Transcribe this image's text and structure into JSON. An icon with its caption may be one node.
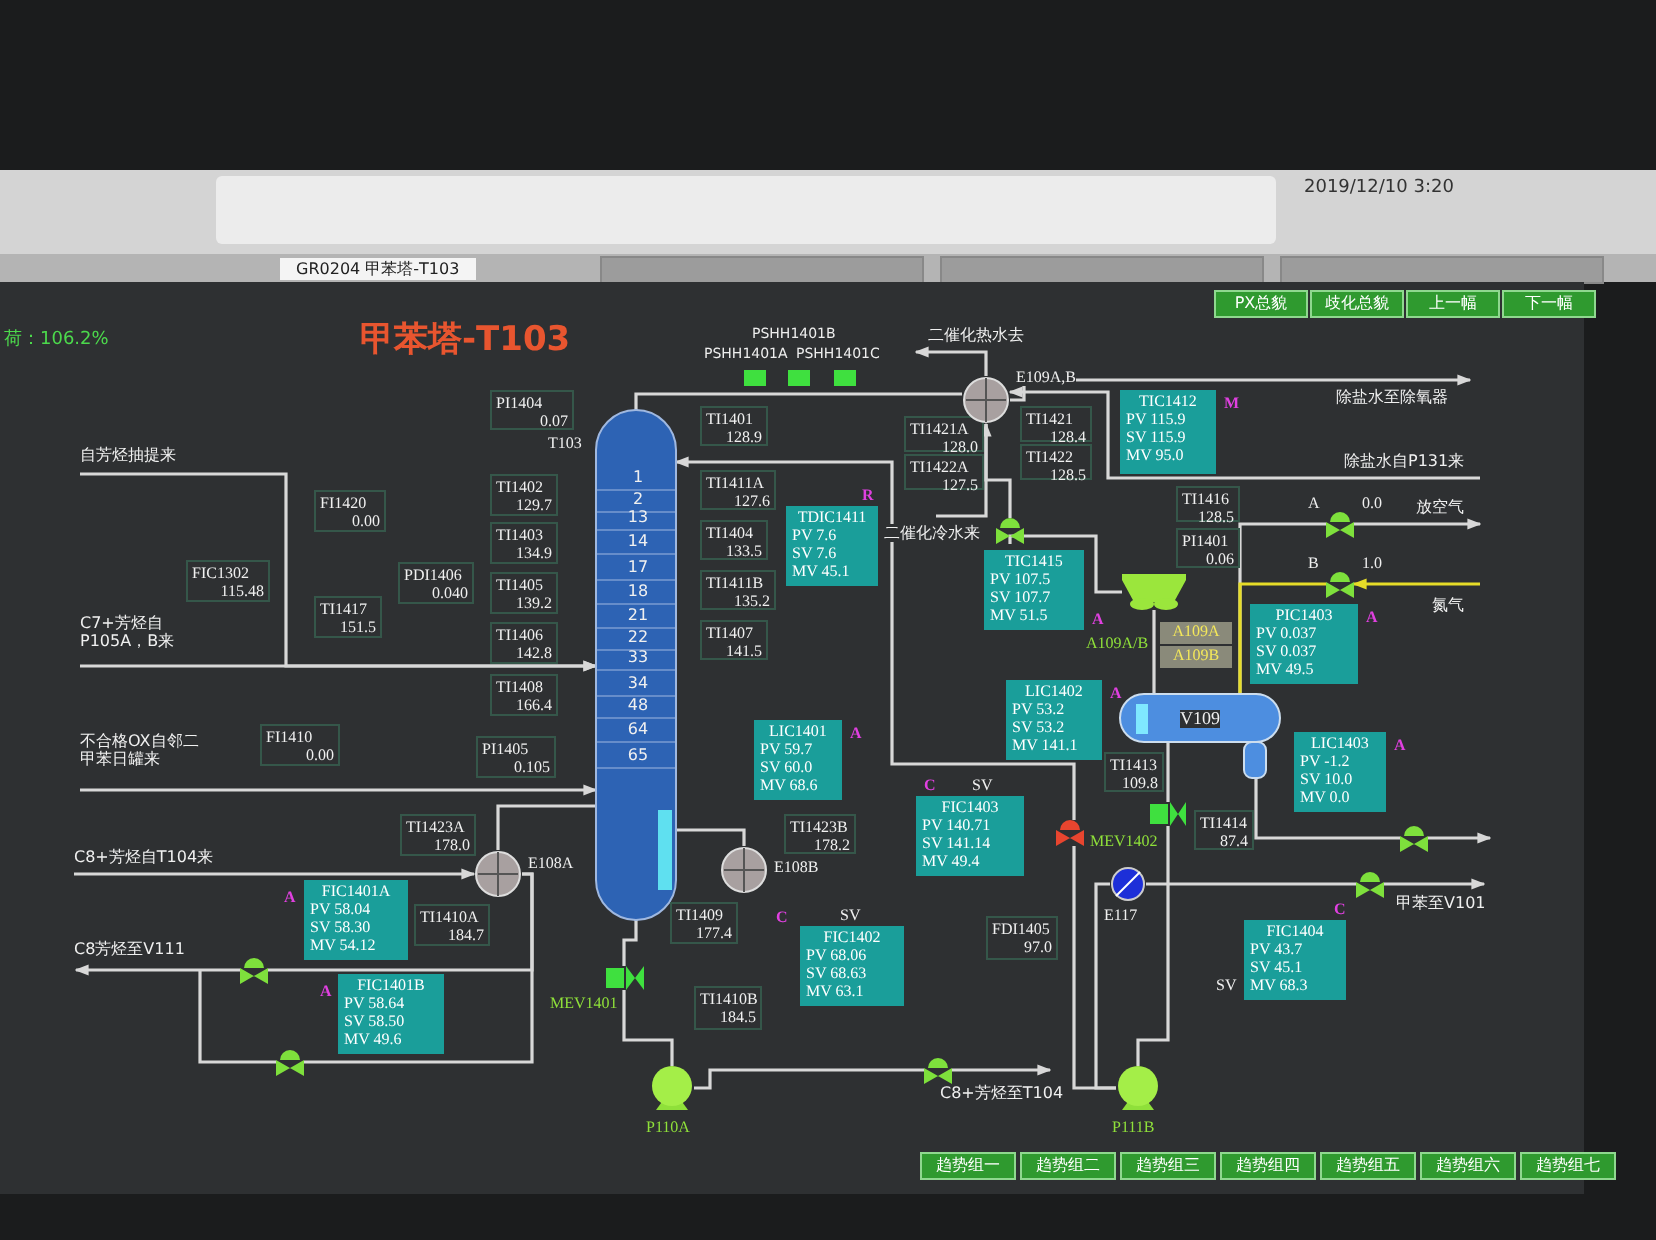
{
  "diagram": {
    "title": "甲苯塔-T103",
    "nodes": [
      {
        "text": [
          "T103"
        ]
      },
      {
        "text": [
          "PI1404",
          "0.07"
        ]
      },
      {
        "text": [
          "TI1402",
          "129.7"
        ]
      },
      {
        "text": [
          "TI1403",
          "134.9"
        ]
      },
      {
        "text": [
          "TI1405",
          "139.2"
        ]
      },
      {
        "text": [
          "TI1406",
          "142.8"
        ]
      },
      {
        "text": [
          "TI1408",
          "166.4"
        ]
      },
      {
        "text": [
          "PI1405",
          "0.105"
        ]
      },
      {
        "text": [
          "FI1420",
          "0.00"
        ]
      },
      {
        "text": [
          "FIC1302",
          "115.48"
        ]
      },
      {
        "text": [
          "TI1417",
          "151.5"
        ]
      },
      {
        "text": [
          "PDI1406",
          "0.040"
        ]
      },
      {
        "text": [
          "FI1410",
          "0.00"
        ]
      },
      {
        "text": [
          "TI1401",
          "128.9"
        ]
      },
      {
        "text": [
          "TI1411A",
          "127.6"
        ]
      },
      {
        "text": [
          "TI1404",
          "133.5"
        ]
      },
      {
        "text": [
          "TI1411B",
          "135.2"
        ]
      },
      {
        "text": [
          "TI1407",
          "141.5"
        ]
      },
      {
        "text": [
          "TI1421A",
          "128.0"
        ]
      },
      {
        "text": [
          "TI1422A",
          "127.5"
        ]
      },
      {
        "text": [
          "TI1421",
          "128.4"
        ]
      },
      {
        "text": [
          "TI1422",
          "128.5"
        ]
      },
      {
        "text": [
          "TIC1412",
          "PV 115.9",
          "SV 115.9",
          "MV 95.0"
        ],
        "beside": [
          "M"
        ]
      },
      {
        "text": [
          "TDIC1411",
          "PV 7.6",
          "SV 7.6",
          "MV 45.1"
        ],
        "beside": [
          "R"
        ]
      },
      {
        "text": [
          "TIC1415",
          "PV 107.5",
          "SV 107.7",
          "MV 51.5"
        ],
        "beside": [
          "A"
        ]
      },
      {
        "text": [
          "TI1416",
          "128.5"
        ]
      },
      {
        "text": [
          "PI1401",
          "0.06"
        ]
      },
      {
        "text": [
          "PIC1403",
          "PV 0.037",
          "SV 0.037",
          "MV 49.5"
        ],
        "beside": [
          "A"
        ]
      },
      {
        "text": [
          "LIC1402",
          "PV 53.2",
          "SV 53.2",
          "MV 141.1"
        ],
        "beside": [
          "A"
        ]
      },
      {
        "text": [
          "LIC1401",
          "PV 59.7",
          "SV 60.0",
          "MV 68.6"
        ],
        "beside": [
          "A"
        ]
      },
      {
        "text": [
          "TI1413",
          "109.8"
        ]
      },
      {
        "text": [
          "LIC1403",
          "PV -1.2",
          "SV 10.0",
          "MV 0.0"
        ],
        "beside": [
          "A"
        ]
      },
      {
        "text": [
          "TI1414",
          "87.4"
        ]
      },
      {
        "text": [
          "FIC1403",
          "PV 140.71",
          "SV 141.14",
          "MV 49.4"
        ],
        "beside": [
          "C",
          "SV"
        ]
      },
      {
        "text": [
          "TI1423A",
          "178.0"
        ]
      },
      {
        "text": [
          "TI1423B",
          "178.2"
        ]
      },
      {
        "text": [
          "TI1409",
          "177.4"
        ]
      },
      {
        "text": [
          "TI1410A",
          "184.7"
        ]
      },
      {
        "text": [
          "FIC1401A",
          "PV 58.04",
          "SV 58.30",
          "MV 54.12"
        ],
        "beside": [
          "A"
        ]
      },
      {
        "text": [
          "FIC1401B",
          "PV 58.64",
          "SV 58.50",
          "MV 49.6"
        ],
        "beside": [
          "A"
        ]
      },
      {
        "text": [
          "FIC1402",
          "PV 68.06",
          "SV 68.63",
          "MV 63.1"
        ],
        "beside": [
          "C",
          "SV"
        ]
      },
      {
        "text": [
          "FDI1405",
          "97.0"
        ]
      },
      {
        "text": [
          "TI1410B",
          "184.5"
        ]
      },
      {
        "text": [
          "FIC1404",
          "PV 43.7",
          "SV 45.1",
          "MV 68.3"
        ],
        "beside": [
          "C",
          "SV"
        ]
      },
      {
        "text": [
          "E109A,B"
        ]
      },
      {
        "text": [
          "A109A/B"
        ]
      },
      {
        "text": [
          "A109A"
        ]
      },
      {
        "text": [
          "A109B"
        ]
      },
      {
        "text": [
          "V109"
        ]
      },
      {
        "text": [
          "E108A"
        ]
      },
      {
        "text": [
          "E108B"
        ]
      },
      {
        "text": [
          "E117"
        ]
      },
      {
        "text": [
          "P110A"
        ]
      },
      {
        "text": [
          "P111B"
        ]
      },
      {
        "text": [
          "MEV1401"
        ]
      },
      {
        "text": [
          "MEV1402"
        ]
      },
      {
        "text": [],
        "shape": "valve"
      },
      {
        "text": [],
        "shape": "valve",
        "beside": [
          "A",
          "0.0"
        ]
      },
      {
        "text": [],
        "shape": "valve",
        "beside": [
          "B",
          "1.0"
        ]
      },
      {
        "text": [],
        "shape": "valve"
      },
      {
        "text": [],
        "shape": "valve"
      },
      {
        "text": [],
        "shape": "valve"
      },
      {
        "text": [],
        "shape": "valve"
      },
      {
        "text": [],
        "shape": "valve"
      },
      {
        "text": [],
        "shape": "valve"
      },
      {
        "text": [
          "PX总貌"
        ]
      },
      {
        "text": [
          "歧化总貌"
        ]
      },
      {
        "text": [
          "上一幅"
        ]
      },
      {
        "text": [
          "下一幅"
        ]
      },
      {
        "text": [
          "趋势组一"
        ]
      },
      {
        "text": [
          "趋势组二"
        ]
      },
      {
        "text": [
          "趋势组三"
        ]
      },
      {
        "text": [
          "趋势组四"
        ]
      },
      {
        "text": [
          "趋势组五"
        ]
      },
      {
        "text": [
          "趋势组六"
        ]
      },
      {
        "text": [
          "趋势组七"
        ]
      }
    ],
    "edges": [
      {
        "from": null,
        "to": 0,
        "arrow": "to",
        "label": "自芳烃抽提来"
      },
      {
        "from": null,
        "to": 0,
        "arrow": "to",
        "label": "C7+芳烃自P105A，B来"
      },
      {
        "from": null,
        "to": 0,
        "arrow": "to",
        "label": "不合格OX自邻二甲苯日罐来"
      },
      {
        "from": null,
        "to": 49,
        "arrow": "to",
        "label": "C8+芳烃自T104来"
      },
      {
        "from": 49,
        "to": 62,
        "arrow": "none"
      },
      {
        "from": 62,
        "to": null,
        "arrow": "to",
        "label": "C8芳烃至V111"
      },
      {
        "from": 49,
        "to": 63,
        "arrow": "none"
      },
      {
        "from": 63,
        "to": null,
        "arrow": "none"
      },
      {
        "from": 49,
        "to": 0,
        "arrow": "none"
      },
      {
        "from": 0,
        "to": 50,
        "arrow": "none"
      },
      {
        "from": 0,
        "to": 54,
        "arrow": "none"
      },
      {
        "from": 54,
        "to": 52,
        "arrow": "none"
      },
      {
        "from": 52,
        "to": 64,
        "arrow": "none"
      },
      {
        "from": 64,
        "to": null,
        "arrow": "to",
        "label": "C8+芳烃至T104"
      },
      {
        "from": 0,
        "to": 44,
        "arrow": "none"
      },
      {
        "from": 44,
        "to": 56,
        "arrow": "none"
      },
      {
        "from": 56,
        "to": 45,
        "arrow": "none"
      },
      {
        "from": 45,
        "to": 48,
        "arrow": "none"
      },
      {
        "from": 48,
        "to": 55,
        "arrow": "none"
      },
      {
        "from": 55,
        "to": 53,
        "arrow": "none"
      },
      {
        "from": 53,
        "to": 61,
        "arrow": "none"
      },
      {
        "from": 61,
        "to": 0,
        "arrow": "to"
      },
      {
        "from": 53,
        "to": 51,
        "arrow": "none"
      },
      {
        "from": 51,
        "to": 60,
        "arrow": "none"
      },
      {
        "from": 60,
        "to": null,
        "arrow": "to",
        "label": "甲苯至V101"
      },
      {
        "from": 48,
        "to": 57,
        "arrow": "none"
      },
      {
        "from": 57,
        "to": null,
        "arrow": "to",
        "label": "放空气"
      },
      {
        "from": null,
        "to": 58,
        "arrow": "to",
        "label": "氮气",
        "color": "#e6dc28"
      },
      {
        "from": 58,
        "to": 48,
        "arrow": "none",
        "color": "#e6dc28"
      },
      {
        "from": 48,
        "to": 59,
        "arrow": "none"
      },
      {
        "from": 59,
        "to": null,
        "arrow": "to"
      },
      {
        "from": 44,
        "to": null,
        "arrow": "to",
        "label": "二催化热水去"
      },
      {
        "from": null,
        "to": 44,
        "arrow": "to",
        "label": "二催化冷水来"
      },
      {
        "from": null,
        "to": 44,
        "arrow": "to",
        "label": "除盐水自P131来"
      },
      {
        "from": 44,
        "to": null,
        "arrow": "to",
        "label": "除盐水至除氧器"
      }
    ],
    "labels": [
      "GR0204 甲苯塔-T103",
      "2019/12/10 3:20",
      "荷：106.2%",
      "PSHH1401B",
      "PSHH1401A",
      "PSHH1401C",
      "1",
      "2",
      "13",
      "14",
      "17",
      "18",
      "21",
      "22",
      "33",
      "34",
      "48",
      "64",
      "65"
    ]
  }
}
